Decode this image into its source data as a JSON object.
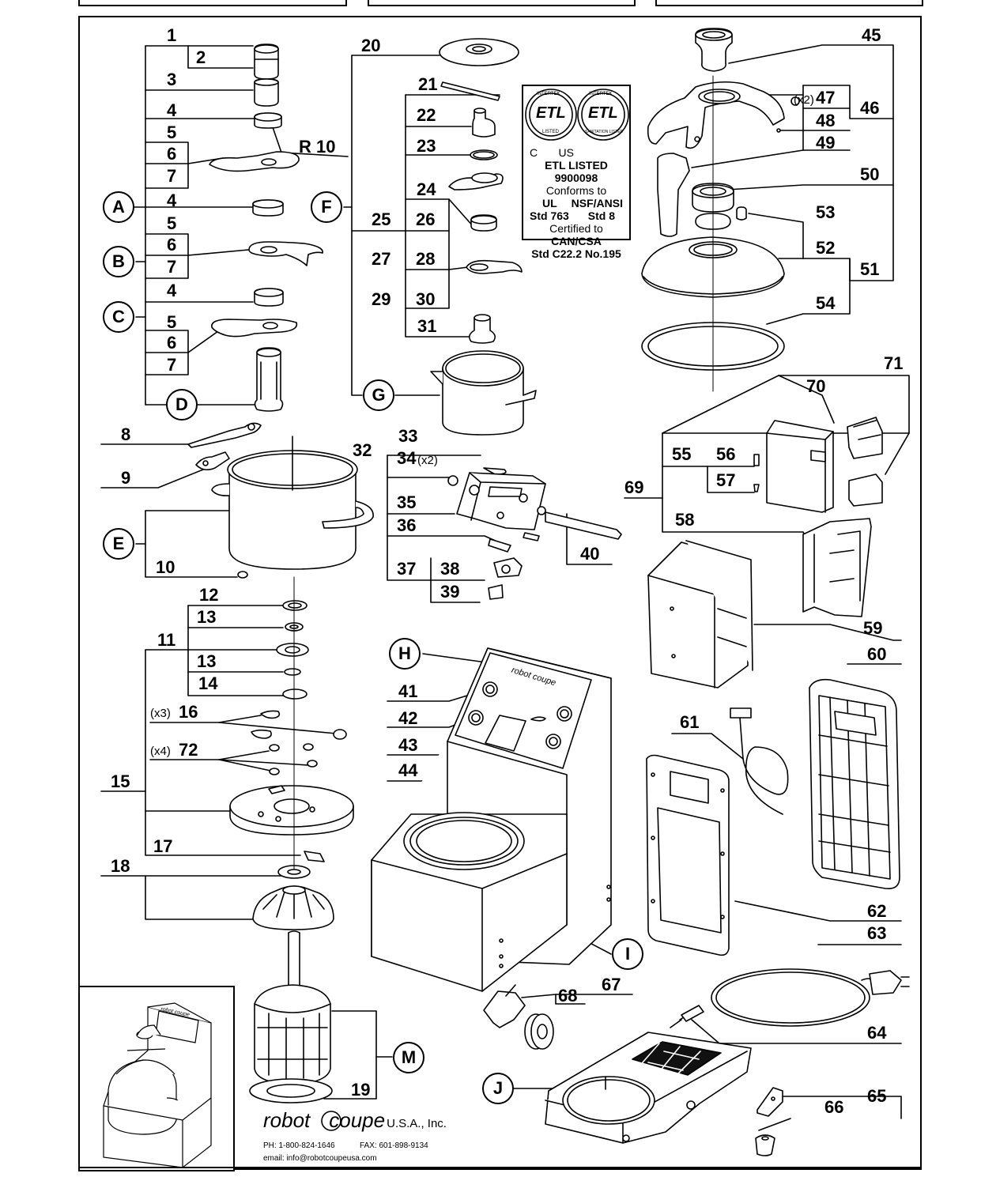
{
  "part_numbers": [
    "1",
    "2",
    "3",
    "4",
    "5",
    "6",
    "7",
    "4",
    "5",
    "6",
    "7",
    "4",
    "5",
    "6",
    "7",
    "8",
    "9",
    "10",
    "11",
    "12",
    "13",
    "13",
    "14",
    "15",
    "16",
    "72",
    "17",
    "18",
    "19",
    "20",
    "21",
    "22",
    "23",
    "24",
    "25",
    "26",
    "27",
    "28",
    "29",
    "30",
    "31",
    "32",
    "33",
    "34",
    "35",
    "36",
    "37",
    "38",
    "39",
    "40",
    "41",
    "42",
    "43",
    "44",
    "45",
    "46",
    "47",
    "48",
    "49",
    "50",
    "51",
    "52",
    "53",
    "54",
    "55",
    "56",
    "57",
    "58",
    "59",
    "60",
    "61",
    "62",
    "63",
    "64",
    "65",
    "66",
    "67",
    "68",
    "69",
    "70",
    "71"
  ],
  "assemblies": [
    "A",
    "B",
    "C",
    "D",
    "E",
    "F",
    "G",
    "H",
    "I",
    "J",
    "M"
  ],
  "labels": {
    "r10": "R 10",
    "qty_x2_34": "(x2)",
    "qty_x2_47": "(x2)",
    "qty_x3_16": "(x3)",
    "qty_x4_72": "(x4)"
  },
  "etl_label": {
    "logo_left_top": "INTERTEK",
    "logo_left_bottom": "LISTED",
    "logo_right_top": "INTERTEK",
    "logo_right_bottom": "SANITATION LISTED",
    "mark": "ETL",
    "c": "C",
    "us": "US",
    "line1": "ETL LISTED 9900098",
    "line2": "Conforms to",
    "line3a": "UL",
    "line3b": "NSF/ANSI",
    "line4a": "Std 763",
    "line4b": "Std 8",
    "line5": "Certified to",
    "line6": "CAN/CSA",
    "line7": "Std C22.2 No.195"
  },
  "panel_logo_text": "robot coupe",
  "footer": {
    "brand_a": "robot",
    "brand_b": "coupe",
    "brand_suffix": "U.S.A., Inc.",
    "phone": "PH: 1-800-824-1646",
    "fax": "FAX: 601-898-9134",
    "email": "email: info@robotcoupeusa.com"
  },
  "inset_logo_text": "robot coupe"
}
